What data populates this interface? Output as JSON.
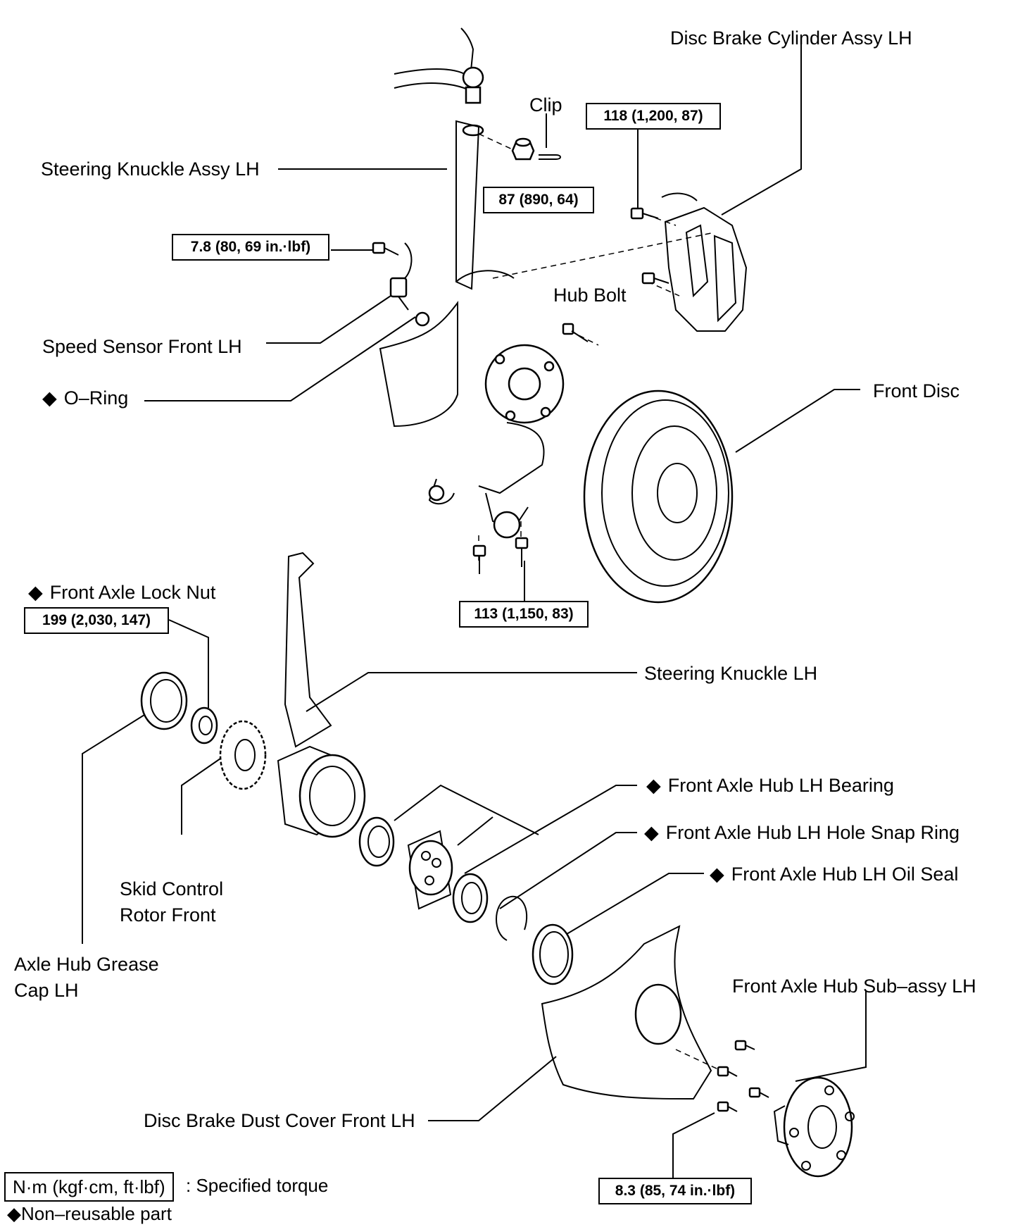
{
  "labels": {
    "disc_brake_cylinder": "Disc Brake Cylinder Assy LH",
    "clip": "Clip",
    "steering_knuckle_assy": "Steering Knuckle Assy LH",
    "speed_sensor": "Speed Sensor Front LH",
    "o_ring": "O–Ring",
    "hub_bolt": "Hub Bolt",
    "front_disc": "Front Disc",
    "front_axle_lock_nut": "Front Axle Lock Nut",
    "steering_knuckle": "Steering Knuckle LH",
    "hub_bearing": "Front Axle Hub LH Bearing",
    "hole_snap_ring": "Front Axle Hub LH Hole Snap Ring",
    "oil_seal": "Front Axle Hub LH Oil Seal",
    "skid_control_1": "Skid Control",
    "skid_control_2": "Rotor Front",
    "grease_cap_1": "Axle Hub Grease",
    "grease_cap_2": "Cap LH",
    "hub_sub_assy": "Front Axle Hub Sub–assy LH",
    "dust_cover": "Disc Brake Dust Cover Front LH"
  },
  "torques": {
    "caliper_bolt": "118 (1,200, 87)",
    "tie_rod_nut": "87 (890, 64)",
    "sensor_bolt": "7.8 (80, 69 in.·lbf)",
    "ball_joint_bolt": "113 (1,150, 83)",
    "lock_nut": "199 (2,030, 147)",
    "dust_cover_bolt": "8.3 (85, 74 in.·lbf)"
  },
  "legend": {
    "torque_unit": "N·m (kgf·cm, ft·lbf)",
    "torque_desc": ": Specified torque",
    "non_reusable": "Non–reusable part"
  },
  "symbols": {
    "non_reusable": "◆"
  }
}
